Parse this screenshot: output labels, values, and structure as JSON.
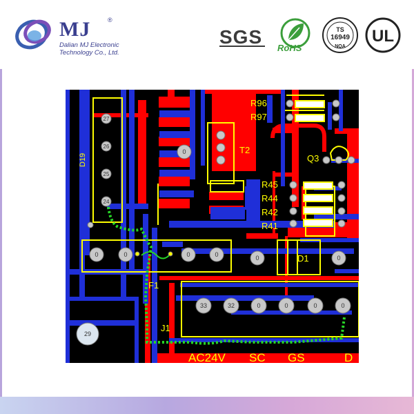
{
  "brand": {
    "logo_text": "MJ",
    "registered": "®",
    "tagline_line1": "Dalian MJ Electronic",
    "tagline_line2": "Technology Co., Ltd."
  },
  "certifications": {
    "sgs": "SGS",
    "rohs": "RoHS",
    "ts_top": "TS",
    "ts_number": "16949",
    "ts_bottom": "NQA",
    "ul": "UL"
  },
  "board": {
    "component_labels": {
      "r96": "R96",
      "r97": "R97",
      "t2": "T2",
      "q3": "Q3",
      "r45": "R45",
      "r44": "R44",
      "r42": "R42",
      "r41": "R41",
      "d1": "D1",
      "f1": "F1",
      "j1": "J1",
      "d19": "D19"
    },
    "pin_numbers": {
      "p27": "27",
      "p26": "26",
      "p25": "25",
      "p24": "24",
      "p33": "33",
      "p32": "32",
      "p29": "29",
      "zero": "0"
    },
    "bottom_silk": {
      "ac24v": "AC24V",
      "sc": "SC",
      "gs": "GS",
      "d": "D"
    }
  },
  "colors": {
    "copper_red": "#ff0000",
    "copper_blue": "#1f2fd8",
    "silkscreen": "#ffff00",
    "trace_highlight": "#26d626",
    "pad_gray": "#c8c8c8",
    "board_bg": "#000000"
  }
}
